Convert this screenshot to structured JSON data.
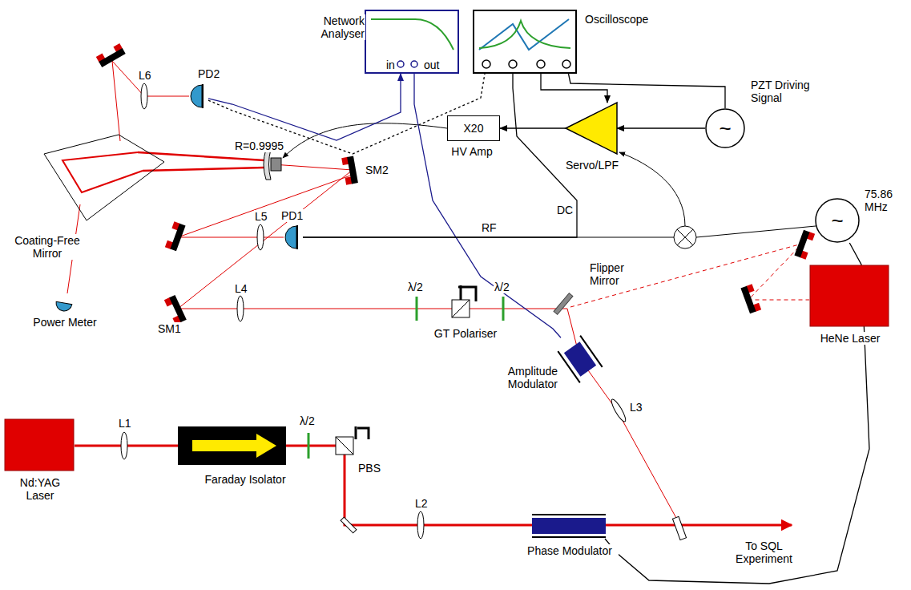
{
  "diagram": {
    "nodes": [
      {
        "text": [
          "Network Analyser",
          "in",
          "out"
        ]
      },
      {
        "text": [
          "Oscilloscope"
        ]
      },
      {
        "text": [
          "X20",
          "HV Amp"
        ]
      },
      {
        "text": [
          "Servo/LPF"
        ]
      },
      {
        "text": [
          "~",
          "PZT Driving Signal"
        ]
      },
      {
        "text": [
          "~",
          "75.86 MHz"
        ]
      },
      {
        "text": [
          "PD1"
        ]
      },
      {
        "text": [
          "PD2"
        ]
      },
      {
        "text": [
          "Amplitude Modulator"
        ]
      },
      {
        "text": [
          "Phase Modulator"
        ]
      },
      {
        "text": [
          "Nd:YAG Laser"
        ]
      },
      {
        "text": [
          "HeNe Laser"
        ]
      }
    ],
    "edges": [
      {
        "from": 7,
        "to": 0,
        "arrow": "to"
      },
      {
        "from": 7,
        "to": 1,
        "arrow": "none"
      },
      {
        "from": 0,
        "to": 8,
        "arrow": "none"
      },
      {
        "from": 3,
        "to": 2,
        "arrow": "to"
      },
      {
        "from": 4,
        "to": 3,
        "arrow": "to"
      },
      {
        "from": 4,
        "to": 1,
        "arrow": "none"
      },
      {
        "from": 1,
        "to": 3,
        "arrow": "to"
      },
      {
        "from": 6,
        "to": 1,
        "label": "DC",
        "arrow": "none"
      },
      {
        "from": 5,
        "to": 9,
        "arrow": "none"
      }
    ],
    "labels": [
      "R=0.9995",
      "SM2",
      "SM1",
      "Coating-Free Mirror",
      "Power Meter",
      "L6",
      "L5",
      "L4",
      "L3",
      "L2",
      "L1",
      "RF",
      "λ/2",
      "λ/2",
      "λ/2",
      "GT Polariser",
      "Flipper Mirror",
      "Faraday Isolator",
      "PBS",
      "To SQL Experiment"
    ]
  }
}
